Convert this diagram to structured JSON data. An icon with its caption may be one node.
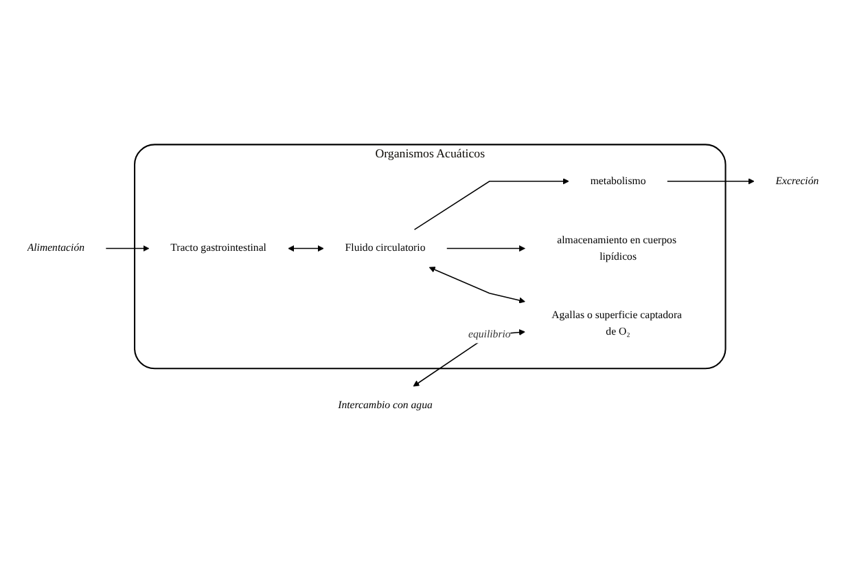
{
  "diagram": {
    "nodes": [
      {
        "text": [
          "Organismos Acuáticos"
        ]
      },
      {
        "text": [
          "Alimentación"
        ]
      },
      {
        "text": [
          "Tracto gastrointestinal"
        ],
        "in": 0
      },
      {
        "text": [
          "Fluido circulatorio"
        ],
        "in": 0
      },
      {
        "text": [
          "metabolismo"
        ],
        "in": 0
      },
      {
        "text": [
          "Excreción"
        ]
      },
      {
        "text": [
          "almacenamiento en cuerpos lipídicos"
        ],
        "in": 0
      },
      {
        "text": [
          "Intercambio con agua"
        ]
      },
      {
        "text": [
          "Agallas o superficie captadora de O₂"
        ],
        "in": 0
      }
    ],
    "edges": [
      {
        "from": 1,
        "to": 2,
        "arrow": "to"
      },
      {
        "from": 2,
        "to": 3,
        "arrow": "both"
      },
      {
        "from": 3,
        "to": 4,
        "arrow": "to"
      },
      {
        "from": 4,
        "to": 5,
        "arrow": "to"
      },
      {
        "from": 3,
        "to": 6,
        "arrow": "to"
      },
      {
        "from": 3,
        "to": 8,
        "arrow": "both"
      },
      {
        "from": 7,
        "to": 8,
        "label": "equilibrio",
        "arrow": "both"
      }
    ]
  }
}
